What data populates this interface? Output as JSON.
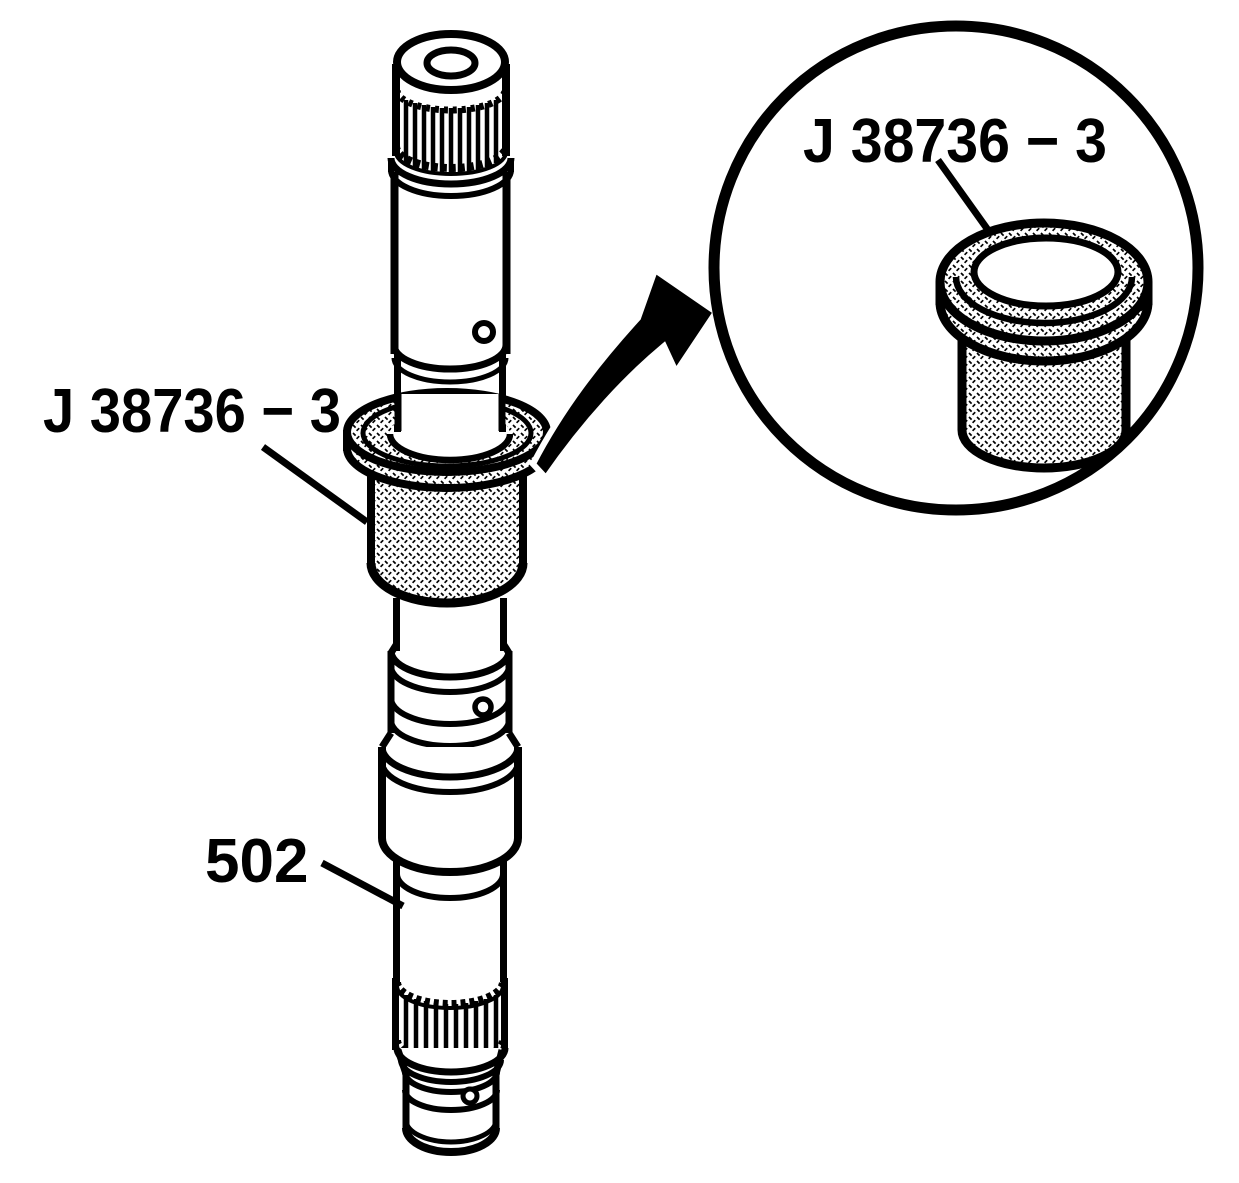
{
  "page": {
    "background_color": "#ffffff",
    "ink_color": "#000000"
  },
  "figure": {
    "labels": {
      "tool_label": "J 38736 − 3",
      "detail_tool_label": "J 38736 − 3",
      "part_label": "502"
    }
  }
}
